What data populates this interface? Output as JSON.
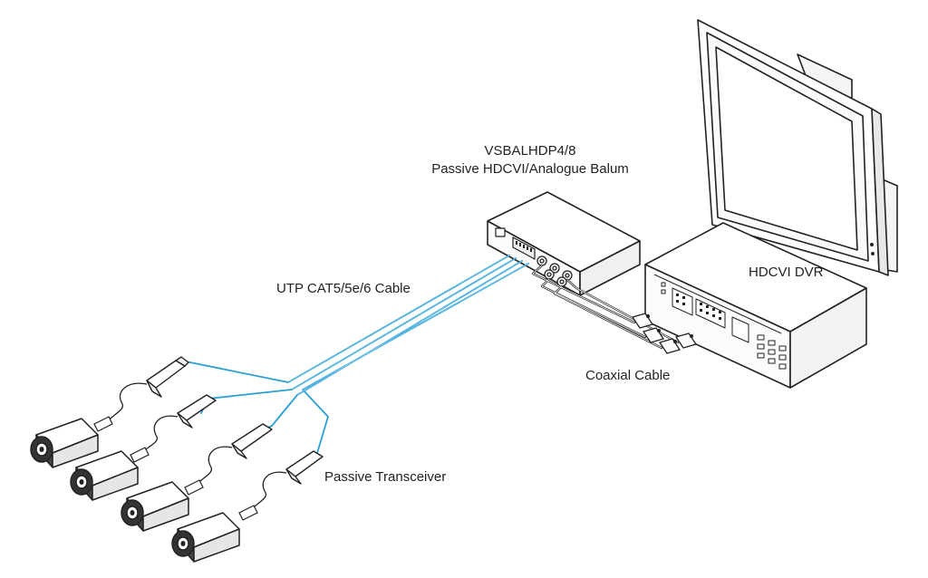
{
  "labels": {
    "balun_model": "VSBALHDP4/8",
    "balun_description": "Passive HDCVI/Analogue Balum",
    "dvr": "HDCVI DVR",
    "utp_cable": "UTP CAT5/5e/6 Cable",
    "coaxial_cable": "Coaxial Cable",
    "transceiver": "Passive Transceiver"
  },
  "colors": {
    "utp_cable": "#2a9fd6",
    "line_art": "#222222",
    "coax_cable": "#333333",
    "background": "#ffffff"
  },
  "components": {
    "cameras": 4,
    "transceivers": 4,
    "utp_pairs": 4,
    "coax_cables": 4
  }
}
